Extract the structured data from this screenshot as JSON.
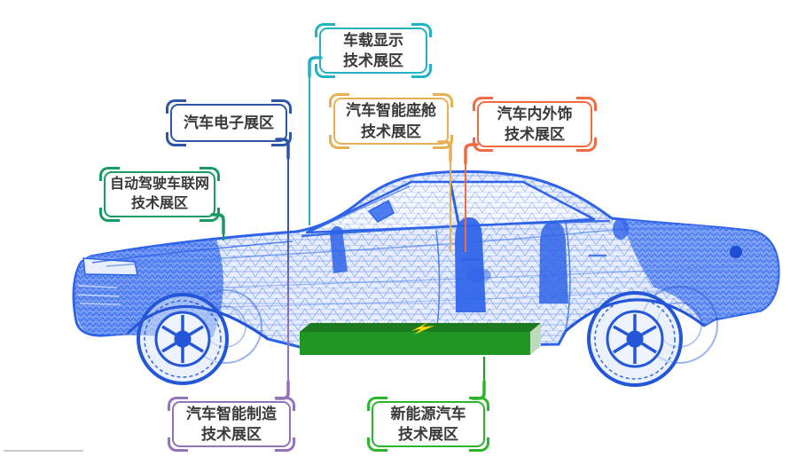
{
  "page": {
    "background": "#ffffff",
    "ground_line_color": "#cccccc"
  },
  "labels": [
    {
      "id": "vehicle-display",
      "line1": "车载显示",
      "line2": "技术展区",
      "color": "#23b2c4"
    },
    {
      "id": "auto-electronics",
      "line1": "汽车电子展区",
      "line2": "",
      "color": "#2d55a8"
    },
    {
      "id": "autonomous-iov",
      "line1": "自动驾驶车联网",
      "line2": "技术展区",
      "color": "#189a64"
    },
    {
      "id": "smart-cockpit",
      "line1": "汽车智能座舱",
      "line2": "技术展区",
      "color": "#e8b052"
    },
    {
      "id": "interior-exterior",
      "line1": "汽车内外饰",
      "line2": "技术展区",
      "color": "#f26a40"
    },
    {
      "id": "smart-manufacturing",
      "line1": "汽车智能制造",
      "line2": "技术展区",
      "color": "#9473ba"
    },
    {
      "id": "new-energy-vehicle",
      "line1": "新能源汽车",
      "line2": "技术展区",
      "color": "#2cb42c"
    }
  ],
  "battery": {
    "icon": "lightning-bolt",
    "front_color": "#209623",
    "top_color": "#1b7a1e",
    "side_color": "#bddcbb",
    "bolt_color": "#ffd900",
    "line_color": "#1f9e22"
  },
  "car": {
    "wireframe_color": "#2e63e8"
  }
}
